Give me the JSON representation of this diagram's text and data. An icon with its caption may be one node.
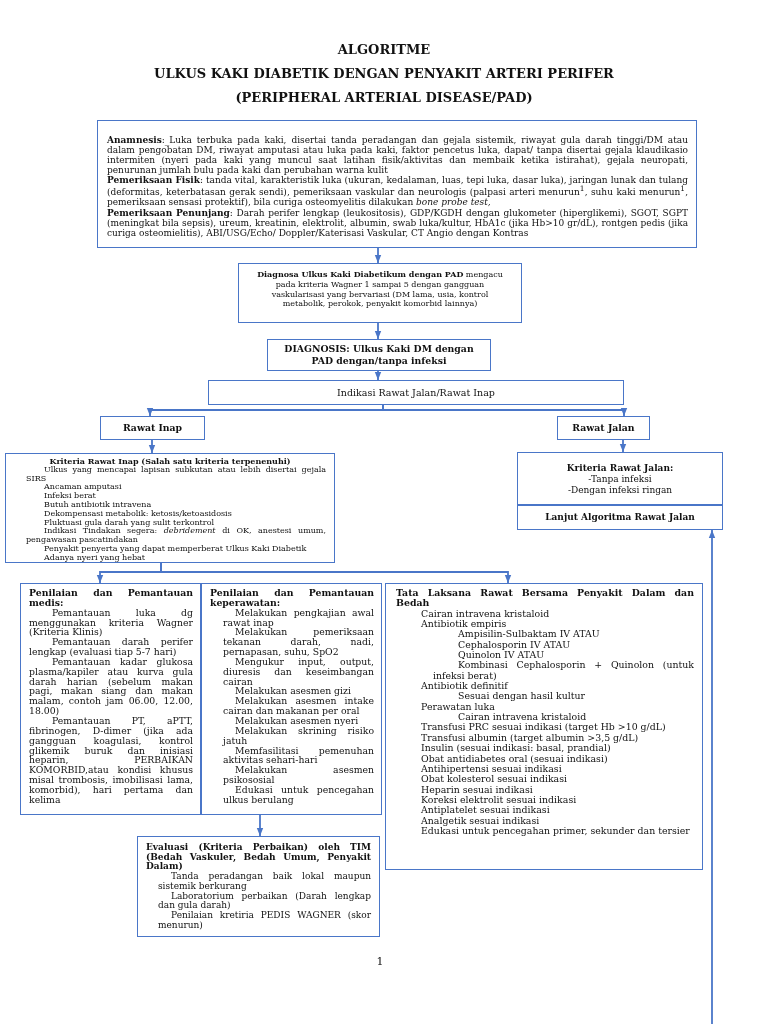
{
  "diagram": {
    "title": "ALGORITME",
    "nodes": [
      {
        "text": [
          "**Anamnesis**:_Luka terbuka pada kaki, disertai tanda peradangan dan gejala sistemik, riwayat gula darah tinggi/DM atau dalam pengobatan DM, riwayat amputasi atau luka pada kaki, faktor pencetus luka, dapat/ tanpa disertai gejala klaudikasio intermiten (nyeri pada kaki yang muncul saat latihan fisik/aktivitas dan membaik ketika istirahat), gejala neuropati, penurunan jumlah bulu pada kaki dan perubahan warna kulit",
          "**Pemeriksaan Fisik**: tanda vital, karakteristik luka (ukuran, kedalaman, luas, tepi luka, dasar luka), jaringan lunak dan tulang (deformitas, keterbatasan gerak sendi), pemeriksaan vaskular dan neurologis (palpasi arteri menurun$^{1}$, suhu kaki menurun$^{1}$, pemeriksaan sensasi protektif), bila curiga osteomyelitis dilakukan *bone probe test,*",
          "**Pemeriksaan Penunjang**: Darah perifer lengkap (leukositosis), GDP/KGDH dengan glukometer (hiperglikemi), SGOT, SGPT (meningkat bila sepsis), ureum, kreatinin, elektrolit, albumin, swab luka/kultur, HbA1c (jika Hb>10 gr/dL), rontgen pedis (jika curiga osteomielitis), ABI/USG/Echo/ Doppler/Katerisasi Vaskular, CT Angio dengan Kontras"
        ]
      },
      {
        "text": [
          "**Diagnosa Ulkus Kaki Diabetikum dengan PAD** mengacu pada kriteria Wagner 1 sampai 5 dengan gangguan vaskularisasi yang bervariasi (DM lama, usia, kontrol metabolik, perokok, penyakit komorbid lainnya)"
        ]
      },
      {
        "text": [
          "DIAGNOSIS: Ulkus Kaki DM dengan PAD dengan/tanpa infeksi"
        ]
      },
      {
        "text": [
          "Indikasi Rawat Jalan/Rawat Inap"
        ]
      },
      {
        "text": [
          "Rawat Inap"
        ]
      },
      {
        "text": [
          "Rawat Jalan"
        ]
      },
      {
        "text": [
          "Kriteria Rawat Inap (Salah satu kriteria terpenenuhi)",
          "Ulkus yang mencapai lapisan subkutan atau lebih disertai gejala SIRS",
          "Ancaman amputasi",
          "Infeksi berat",
          "Butuh antibiotik intravena",
          "Dekompensasi metabolik: ketosis/ketoasidosis",
          "Fluktuasi gula darah yang sulit terkontrol",
          "Indikasi Tindakan segera: *debridement* di OK, anestesi umum, pengawasan pascatindakan",
          "Penyakit penyerta yang dapat memperberat Ulkus Kaki Diabetik",
          "Adanya nyeri yang hebat"
        ]
      },
      {
        "text": [
          "Kriteria Rawat Jalan:",
          "-Tanpa infeksi",
          "-Dengan infeksi ringan"
        ]
      },
      {
        "text": [
          "Lanjut Algoritma Rawat Jalan"
        ]
      },
      {
        "text": [
          "Penilaian dan Pemantauan medis:",
          "Pemantauan luka dg menggunakan kriteria Wagner (Kriteria Klinis)",
          "Pemantauan darah perifer lengkap (evaluasi tiap 5-7 hari)",
          "Pemantauan kadar glukosa plasma/kapiler atau kurva gula darah harian (sebelum makan pagi, makan siang dan makan malam, contoh jam 06.00, 12.00, 18.00)",
          "Pemantauan PT, aPTT, fibrinogen, D-dimer (jika ada gangguan koagulasi, kontrol glikemik buruk dan inisiasi heparin, PERBAIKAN KOMORBID,atau kondisi khusus misal trombosis, imobilisasi lama, komorbid), hari pertama dan kelima"
        ]
      },
      {
        "text": [
          "Penilaian dan Pemantauan keperawatan:",
          "Melakukan pengkajian awal rawat inap",
          "Melakukan pemeriksaan tekanan darah, nadi, pernapasan, suhu, SpO2",
          "Mengukur input, output, diuresis dan keseimbangan cairan",
          "Melakukan asesmen gizi",
          "Melakukan asesmen intake cairan dan makanan per oral",
          "Melakukan asesmen nyeri",
          "Melakukan skrining risiko jatuh",
          "Memfasilitasi pemenuhan aktivitas sehari-hari",
          "Melakukan asesmen psikososial",
          "Edukasi untuk pencegahan ulkus berulang"
        ]
      },
      {
        "text": [
          "Tata Laksana Rawat Bersama Penyakit Dalam dan Bedah",
          "Cairan intravena kristaloid",
          "Antibiotik empiris",
          "Ampisilin-Sulbaktam IV ATAU",
          "Cephalosporin IV ATAU",
          "Quinolon IV ATAU",
          "Kombinasi Cephalosporin + Quinolon (untuk infeksi berat)",
          "Antibiotik definitif",
          "Sesuai dengan hasil kultur",
          "Perawatan luka",
          "Cairan intravena kristaloid",
          "Transfusi PRC sesuai indikasi (target Hb >10 g/dL)",
          "Transfusi albumin (target albumin >3,5 g/dL)",
          "Insulin (sesuai indikasi: basal, prandial)",
          "Obat antidiabetes oral (sesuai indikasi)",
          "Antihipertensi sesuai indikasi",
          "Obat kolesterol sesuai indikasi",
          "Heparin sesuai indikasi",
          "Koreksi elektrolit sesuai indikasi",
          "Antiplatelet sesuai indikasi",
          "Analgetik sesuai indikasi",
          "Edukasi untuk pencegahan primer, sekunder dan tersier"
        ]
      },
      {
        "text": [
          "Evaluasi (Kriteria Perbaikan) oleh TIM (Bedah Vaskuler, Bedah Umum, Penyakit Dalam)",
          "Tanda peradangan baik lokal maupun sistemik berkurang",
          "Laboratorium perbaikan (Darah lengkap dan gula darah)",
          "Penilaian kretiria PEDIS WAGNER (skor menurun)"
        ]
      }
    ],
    "edges": [
      {
        "from": 0,
        "to": 1,
        "arrow": "to"
      },
      {
        "from": 1,
        "to": 2,
        "arrow": "to"
      },
      {
        "from": 2,
        "to": 3,
        "arrow": "to"
      },
      {
        "from": 3,
        "to": 4,
        "arrow": "to"
      },
      {
        "from": 3,
        "to": 5,
        "arrow": "to"
      },
      {
        "from": 4,
        "to": 6,
        "arrow": "to"
      },
      {
        "from": 5,
        "to": 7,
        "arrow": "to"
      },
      {
        "from": null,
        "to": 8,
        "arrow": "to"
      },
      {
        "from": 6,
        "to": 9,
        "arrow": "to"
      },
      {
        "from": 6,
        "to": 11,
        "arrow": "to"
      },
      {
        "from": 10,
        "to": 12,
        "arrow": "to"
      }
    ],
    "labels": [
      "ULKUS KAKI DIABETIK DENGAN PENYAKIT ARTERI PERIFER",
      "(PERIPHERAL ARTERIAL DISEASE/PAD)",
      "1"
    ]
  }
}
